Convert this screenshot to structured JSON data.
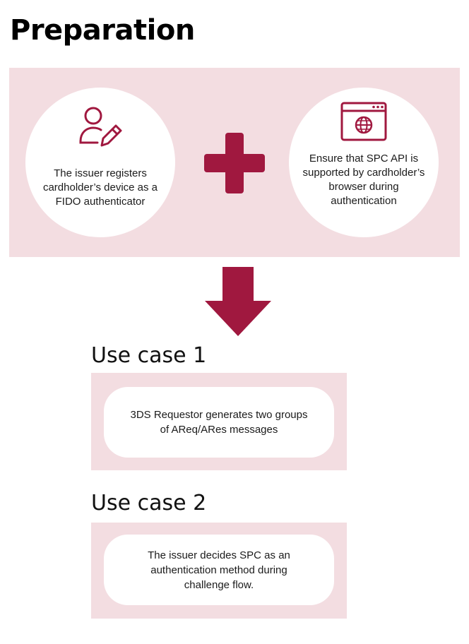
{
  "title": "Preparation",
  "preparation": {
    "left_text": "The issuer registers cardholder’s device as a FIDO authenticator",
    "left_icon": "user-pen-icon",
    "right_text": "Ensure that SPC API is supported by cardholder’s browser during authentication",
    "right_icon": "browser-globe-icon",
    "plus_icon": "plus-icon",
    "arrow_icon": "arrow-down-icon"
  },
  "use_case_1": {
    "title": "Use case 1",
    "text": "3DS Requestor generates two groups\nof AReq/ARes messages"
  },
  "use_case_2": {
    "title": "Use case 2",
    "text": "The issuer decides SPC as an\nauthentication method during\nchallenge flow."
  },
  "colors": {
    "accent": "#a0183f",
    "panel": "#f3dde1",
    "background": "#ffffff"
  }
}
